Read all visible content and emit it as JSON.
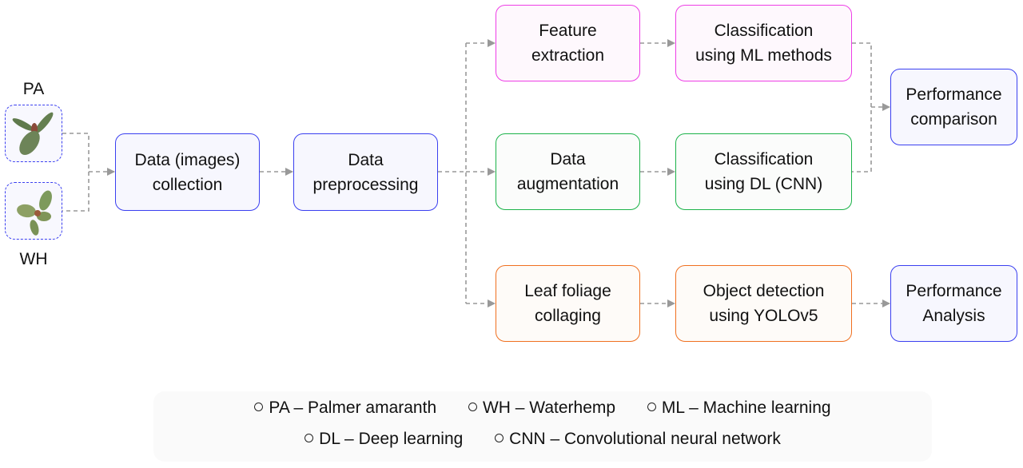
{
  "inputs": {
    "pa_label": "PA",
    "wh_label": "WH"
  },
  "nodes": {
    "data_collection": "Data (images)\ncollection",
    "data_preprocessing": "Data\npreprocessing",
    "feature_extraction": "Feature\nextraction",
    "classification_ml": "Classification\nusing ML methods",
    "data_augmentation": "Data\naugmentation",
    "classification_dl": "Classification\nusing DL (CNN)",
    "performance_comparison": "Performance\ncomparison",
    "leaf_foliage_collaging": "Leaf foliage\ncollaging",
    "object_detection": "Object detection\nusing YOLOv5",
    "performance_analysis": "Performance\nAnalysis"
  },
  "colors": {
    "input_blue": "#3a3ff0",
    "ml_pink": "#ee3ee6",
    "dl_green": "#1cb34a",
    "yolo_orange": "#f07020",
    "connector_gray": "#999999"
  },
  "legend": {
    "row1": [
      "PA – Palmer amaranth",
      "WH – Waterhemp",
      "ML – Machine learning"
    ],
    "row2": [
      "DL – Deep learning",
      "CNN – Convolutional neural network"
    ]
  }
}
